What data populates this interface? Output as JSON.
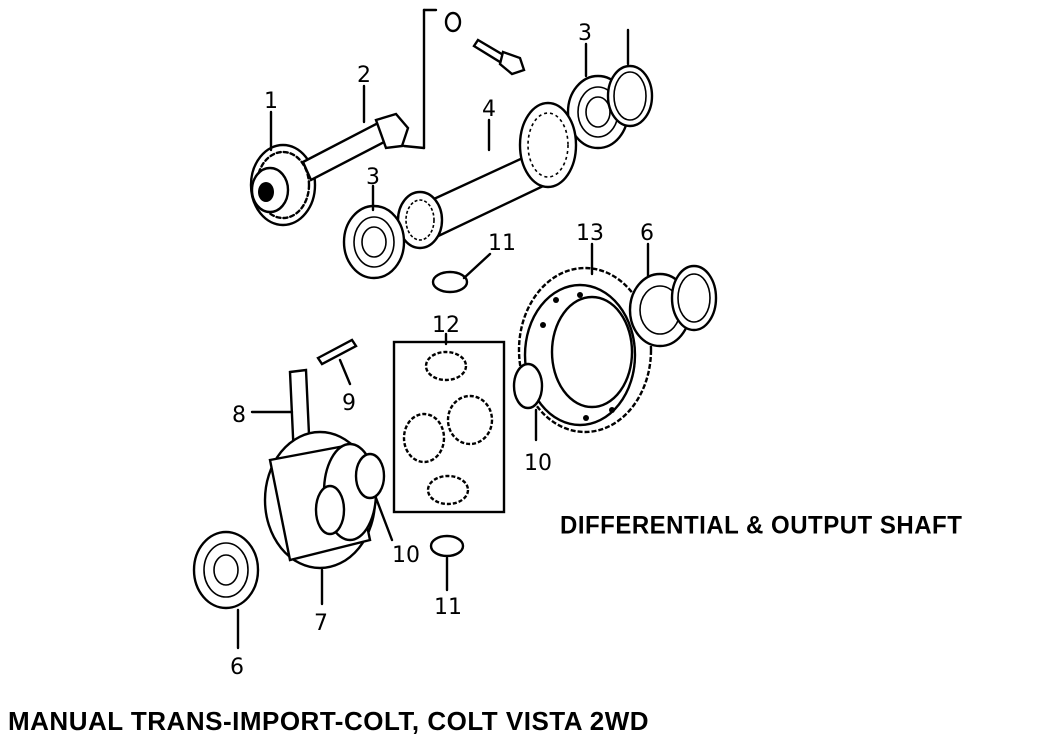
{
  "title": "DIFFERENTIAL & OUTPUT SHAFT",
  "footer": "MANUAL TRANS-IMPORT-COLT, COLT VISTA 2WD",
  "callouts": {
    "c1": "1",
    "c2": "2",
    "c3a": "3",
    "c3b": "3",
    "c4": "4",
    "c6a": "6",
    "c6b": "6",
    "c7": "7",
    "c8": "8",
    "c9": "9",
    "c10a": "10",
    "c10b": "10",
    "c11a": "11",
    "c11b": "11",
    "c12": "12",
    "c13": "13"
  }
}
